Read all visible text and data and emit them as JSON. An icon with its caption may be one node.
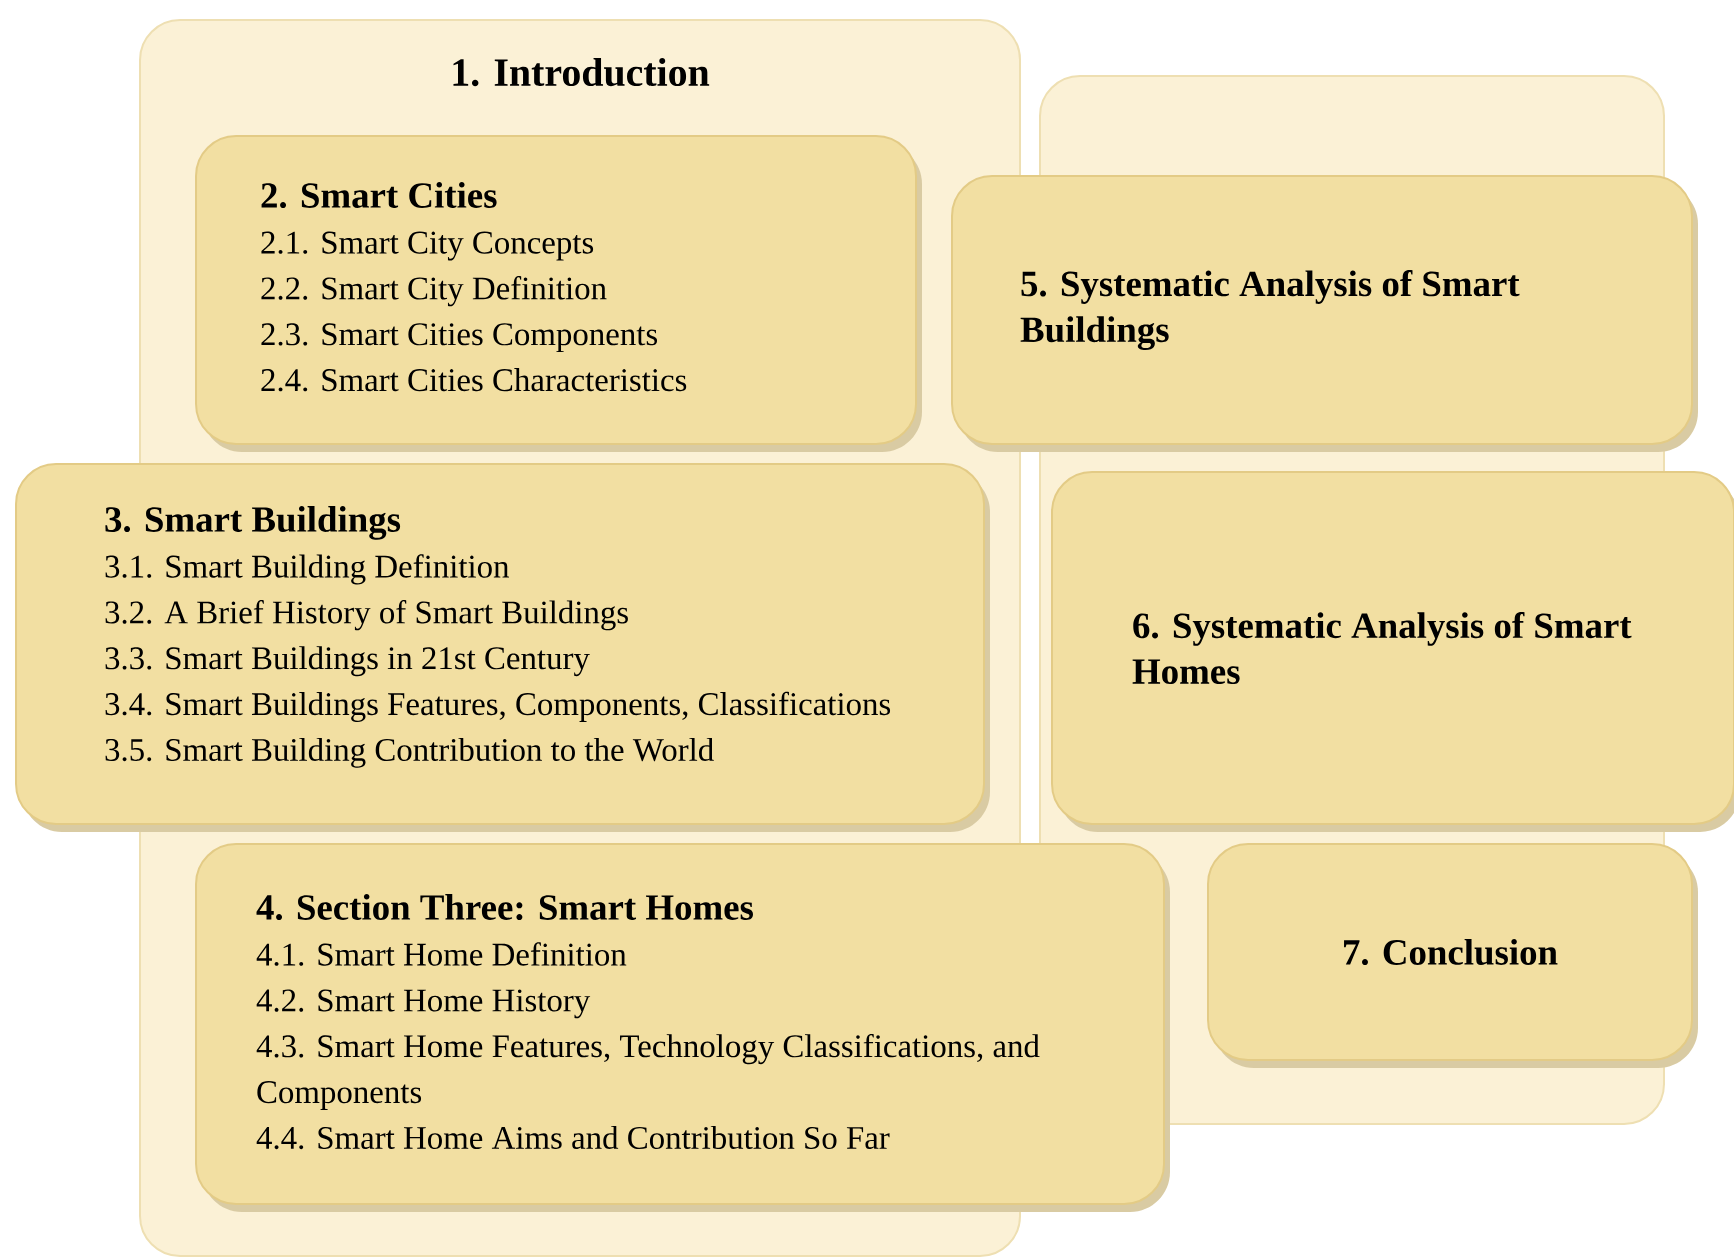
{
  "diagram": {
    "nodes": [
      {
        "text": [
          "1. Introduction"
        ]
      },
      {
        "text": [
          "2. Smart Cities",
          "2.1. Smart City Concepts",
          "2.2. Smart City Definition",
          "2.3. Smart Cities Components",
          "2.4. Smart Cities Characteristics"
        ],
        "in": 0
      },
      {
        "text": [
          "3. Smart Buildings",
          "3.1. Smart Building Definition",
          "3.2. A Brief History of Smart Buildings",
          "3.3. Smart Buildings in 21st Century",
          "3.4. Smart Buildings Features, Components, Classifications",
          "3.5. Smart Building Contribution to the World"
        ]
      },
      {
        "text": [
          "4. Section Three: Smart Homes",
          "4.1. Smart Home Definition",
          "4.2. Smart Home History",
          "4.3. Smart Home Features, Technology Classifications, and Components",
          "4.4. Smart Home Aims and Contribution So Far"
        ]
      },
      {
        "text": [],
        "shape": "box"
      },
      {
        "text": [
          "5. Systematic Analysis of Smart Buildings"
        ]
      },
      {
        "text": [
          "6. Systematic Analysis of Smart Homes"
        ]
      },
      {
        "text": [
          "7. Conclusion"
        ]
      }
    ]
  }
}
